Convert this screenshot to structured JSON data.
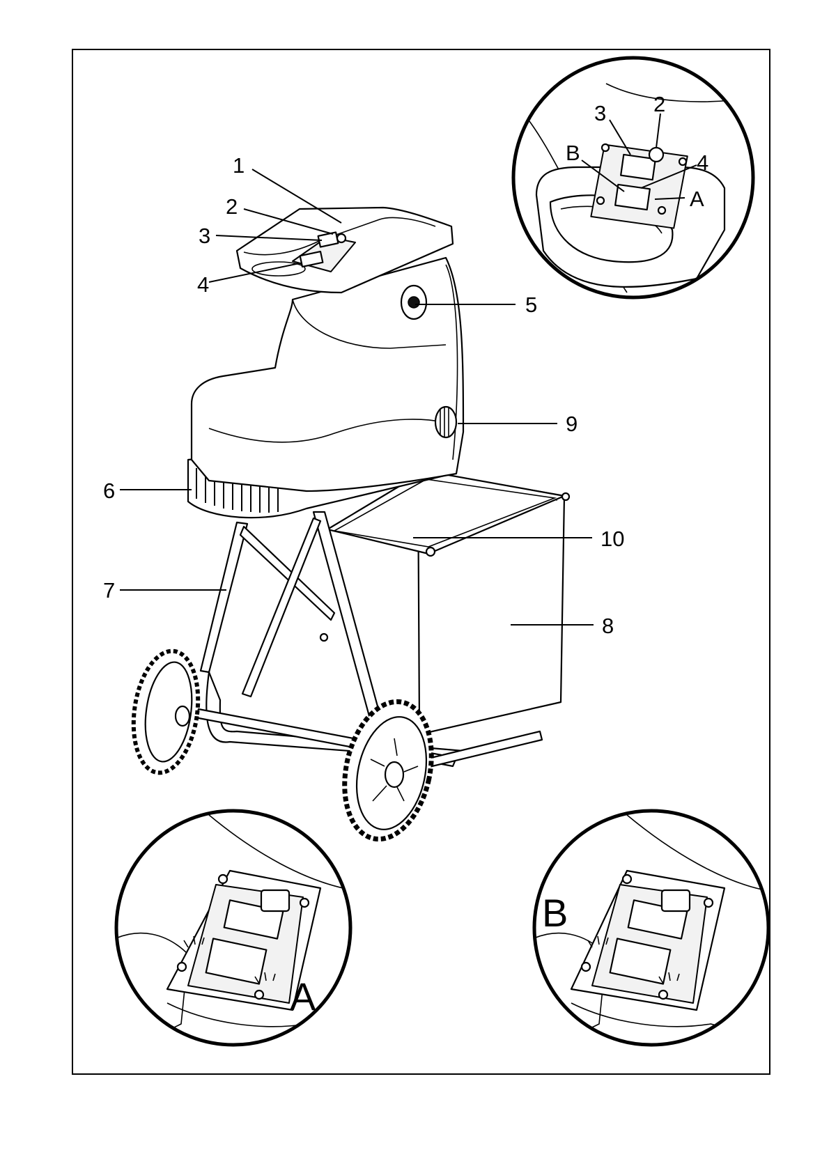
{
  "callouts": {
    "c1": "1",
    "c2": "2",
    "c3": "3",
    "c4": "4",
    "c5": "5",
    "c6": "6",
    "c7": "7",
    "c8": "8",
    "c9": "9",
    "c10": "10"
  },
  "detail_top": {
    "c2": "2",
    "c3": "3",
    "c4": "4",
    "cA": "A",
    "cB": "B"
  },
  "detail_a": {
    "label": "A"
  },
  "detail_b": {
    "label": "B"
  }
}
